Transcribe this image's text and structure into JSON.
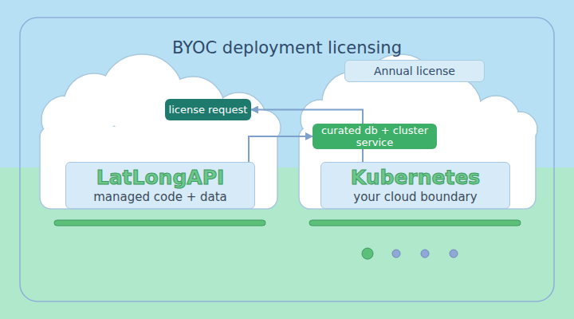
{
  "diagram": {
    "title": "BYOC deployment licensing",
    "nodes": [
      {
        "text": [
          "Annual license"
        ]
      },
      {
        "text": [
          "license request"
        ]
      },
      {
        "text": [
          "curated db + cluster service"
        ]
      },
      {
        "text": [
          "LatLongAPI",
          "managed code + data"
        ]
      },
      {
        "text": [
          "Kubernetes",
          "your cloud boundary"
        ]
      }
    ],
    "edges": [
      {
        "from": 4,
        "to": 1,
        "arrow": "to"
      },
      {
        "from": 3,
        "to": 2,
        "arrow": "to"
      }
    ]
  }
}
